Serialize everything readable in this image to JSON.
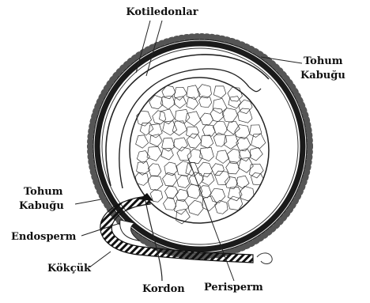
{
  "diagram": {
    "labels": {
      "cotyledons": "Kotiledonlar",
      "seed_coat_right_line1": "Tohum",
      "seed_coat_right_line2": "Kabuğu",
      "seed_coat_left_line1": "Tohum",
      "seed_coat_left_line2": "Kabuğu",
      "endosperm": "Endosperm",
      "radicle": "Kökçük",
      "funicle": "Kordon",
      "perisperm": "Perisperm"
    }
  }
}
